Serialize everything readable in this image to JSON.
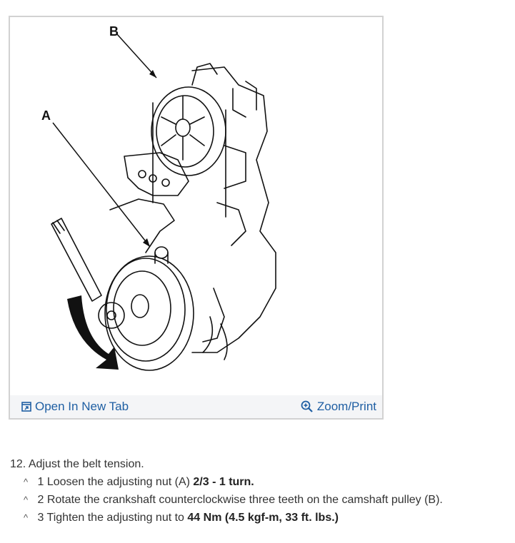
{
  "figure": {
    "callouts": {
      "a": "A",
      "b": "B"
    },
    "actions": {
      "open_new_tab": {
        "label": "Open In New Tab",
        "icon": "open-new-tab-icon"
      },
      "zoom_print": {
        "label": "Zoom/Print",
        "icon": "zoom-in-icon"
      }
    }
  },
  "instructions": {
    "step_number": "12.",
    "step_title": "Adjust the belt tension.",
    "substeps": [
      {
        "marker": "^",
        "number": "1",
        "text": "Loosen the adjusting nut (A) ",
        "bold": "2/3 - 1 turn."
      },
      {
        "marker": "^",
        "number": "2",
        "text": "Rotate the crankshaft counterclockwise three teeth on the camshaft pulley (B).",
        "bold": ""
      },
      {
        "marker": "^",
        "number": "3",
        "text": "Tighten the adjusting nut to ",
        "bold": "44 Nm (4.5 kgf-m, 33 ft. lbs.)"
      }
    ]
  },
  "colors": {
    "link": "#1f5fa3",
    "frame_border": "#d2d2d2",
    "bar_bg": "#f4f5f7",
    "text": "#333333"
  }
}
